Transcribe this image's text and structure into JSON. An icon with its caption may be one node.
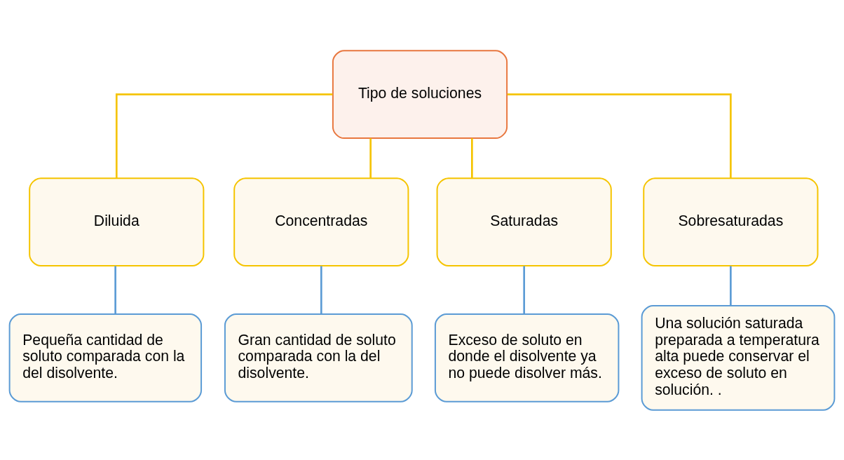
{
  "diagram": {
    "nodes": [
      {
        "text": [
          "Tipo de soluciones"
        ]
      },
      {
        "text": [
          "Diluida"
        ]
      },
      {
        "text": [
          "Concentradas"
        ]
      },
      {
        "text": [
          "Saturadas"
        ]
      },
      {
        "text": [
          "Sobresaturadas"
        ]
      },
      {
        "text": [
          "Pequeña cantidad de soluto comparada con la del disolvente."
        ]
      },
      {
        "text": [
          "Gran cantidad de soluto comparada con la del disolvente."
        ]
      },
      {
        "text": [
          "Exceso de soluto en donde el disolvente ya no puede disolver más."
        ]
      },
      {
        "text": [
          "Una solución saturada preparada a temperatura alta puede conservar el exceso de soluto en solución. ."
        ]
      }
    ],
    "edges": [
      {
        "from": 0,
        "to": 1,
        "arrow": "none",
        "color": "#f5c400"
      },
      {
        "from": 0,
        "to": 2,
        "arrow": "none",
        "color": "#f5c400"
      },
      {
        "from": 0,
        "to": 3,
        "arrow": "none",
        "color": "#f5c400"
      },
      {
        "from": 0,
        "to": 4,
        "arrow": "none",
        "color": "#f5c400"
      },
      {
        "from": 1,
        "to": 5,
        "arrow": "none",
        "color": "#5b9bd5"
      },
      {
        "from": 2,
        "to": 6,
        "arrow": "none",
        "color": "#5b9bd5"
      },
      {
        "from": 3,
        "to": 7,
        "arrow": "none",
        "color": "#5b9bd5"
      },
      {
        "from": 4,
        "to": 8,
        "arrow": "none",
        "color": "#5b9bd5"
      }
    ]
  }
}
